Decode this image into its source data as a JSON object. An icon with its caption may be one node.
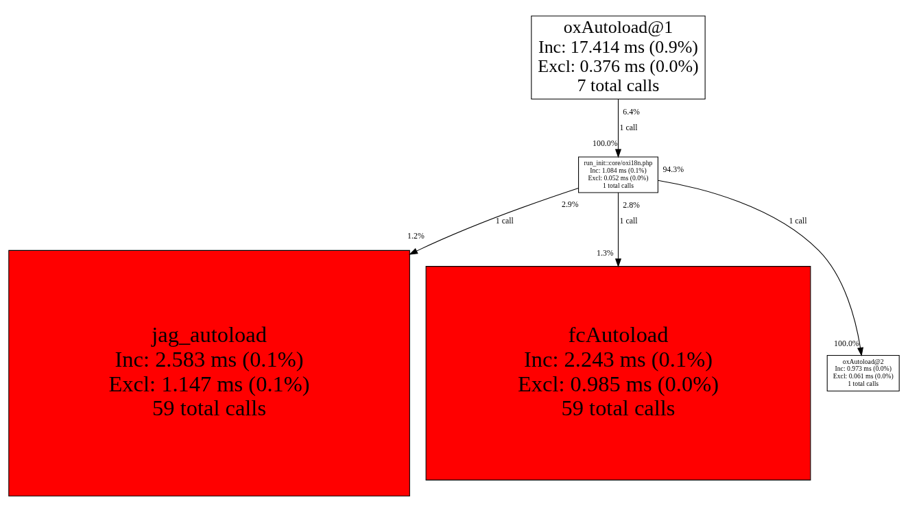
{
  "diagram": {
    "nodes": [
      {
        "text": [
          "oxAutoload@1 Inc: 17.414 ms (0.9%) Excl: 0.376 ms (0.0%) 7 total calls"
        ]
      },
      {
        "text": [
          "run_init::core/oxi18n.php Inc: 1.084 ms (0.1%) Excl: 0.052 ms (0.0%) 1 total calls"
        ]
      },
      {
        "text": [
          "jag_autoload Inc: 2.583 ms (0.1%) Excl: 1.147 ms (0.1%) 59 total calls"
        ]
      },
      {
        "text": [
          "fcAutoload Inc: 2.243 ms (0.1%) Excl: 0.985 ms (0.0%) 59 total calls"
        ]
      },
      {
        "text": [
          "oxAutoload@2 Inc: 0.973 ms (0.0%) Excl: 0.061 ms (0.0%) 1 total calls"
        ]
      }
    ],
    "edges": [
      {
        "from": 0,
        "to": 1,
        "arrow": "to",
        "label": "1 call"
      },
      {
        "from": 1,
        "to": 2,
        "arrow": "to",
        "label": "1 call"
      },
      {
        "from": 1,
        "to": 3,
        "arrow": "to",
        "label": "1 call"
      },
      {
        "from": 1,
        "to": 4,
        "arrow": "to",
        "label": "1 call"
      }
    ],
    "labels": [
      "6.4%",
      "100.0%",
      "2.9%",
      "2.8%",
      "94.3%",
      "1.2%",
      "1.3%",
      "100.0%"
    ]
  }
}
